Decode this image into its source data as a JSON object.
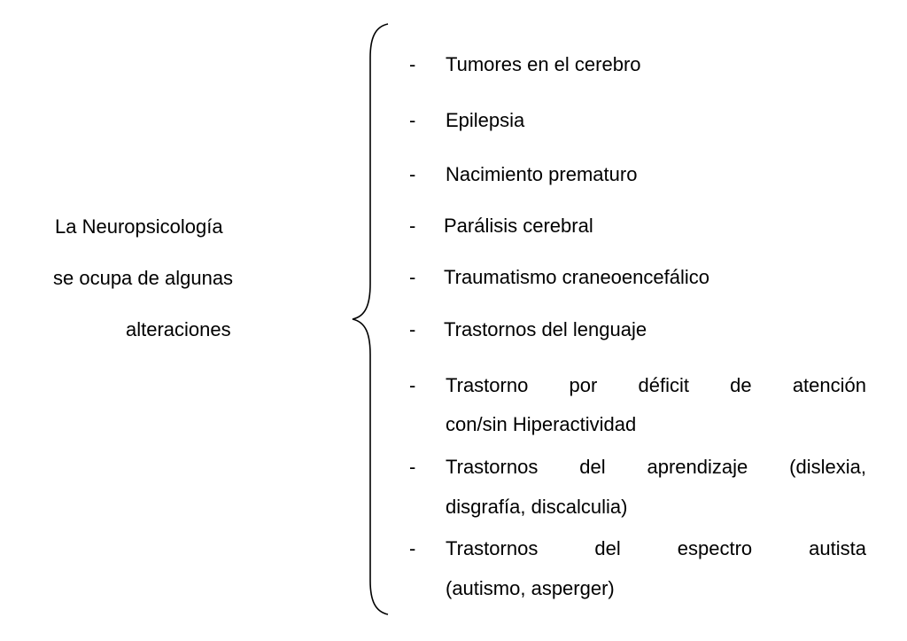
{
  "left_label": {
    "lines": [
      "La Neuropsicología",
      "se ocupa de algunas",
      "alteraciones"
    ]
  },
  "bullet_symbol": "-",
  "items": [
    {
      "lines": [
        "Tumores en el cerebro"
      ]
    },
    {
      "lines": [
        "Epilepsia"
      ]
    },
    {
      "lines": [
        "Nacimiento prematuro"
      ]
    },
    {
      "lines": [
        "Parálisis cerebral"
      ]
    },
    {
      "lines": [
        "Traumatismo craneoencefálico"
      ]
    },
    {
      "lines": [
        "Trastornos del lenguaje"
      ]
    },
    {
      "lines": [
        "Trastorno por déficit de atención",
        "con/sin Hiperactividad"
      ]
    },
    {
      "lines": [
        "Trastornos del aprendizaje (dislexia,",
        "disgrafía, discalculia)"
      ]
    },
    {
      "lines": [
        "Trastornos del espectro autista",
        "(autismo, asperger)"
      ]
    }
  ]
}
